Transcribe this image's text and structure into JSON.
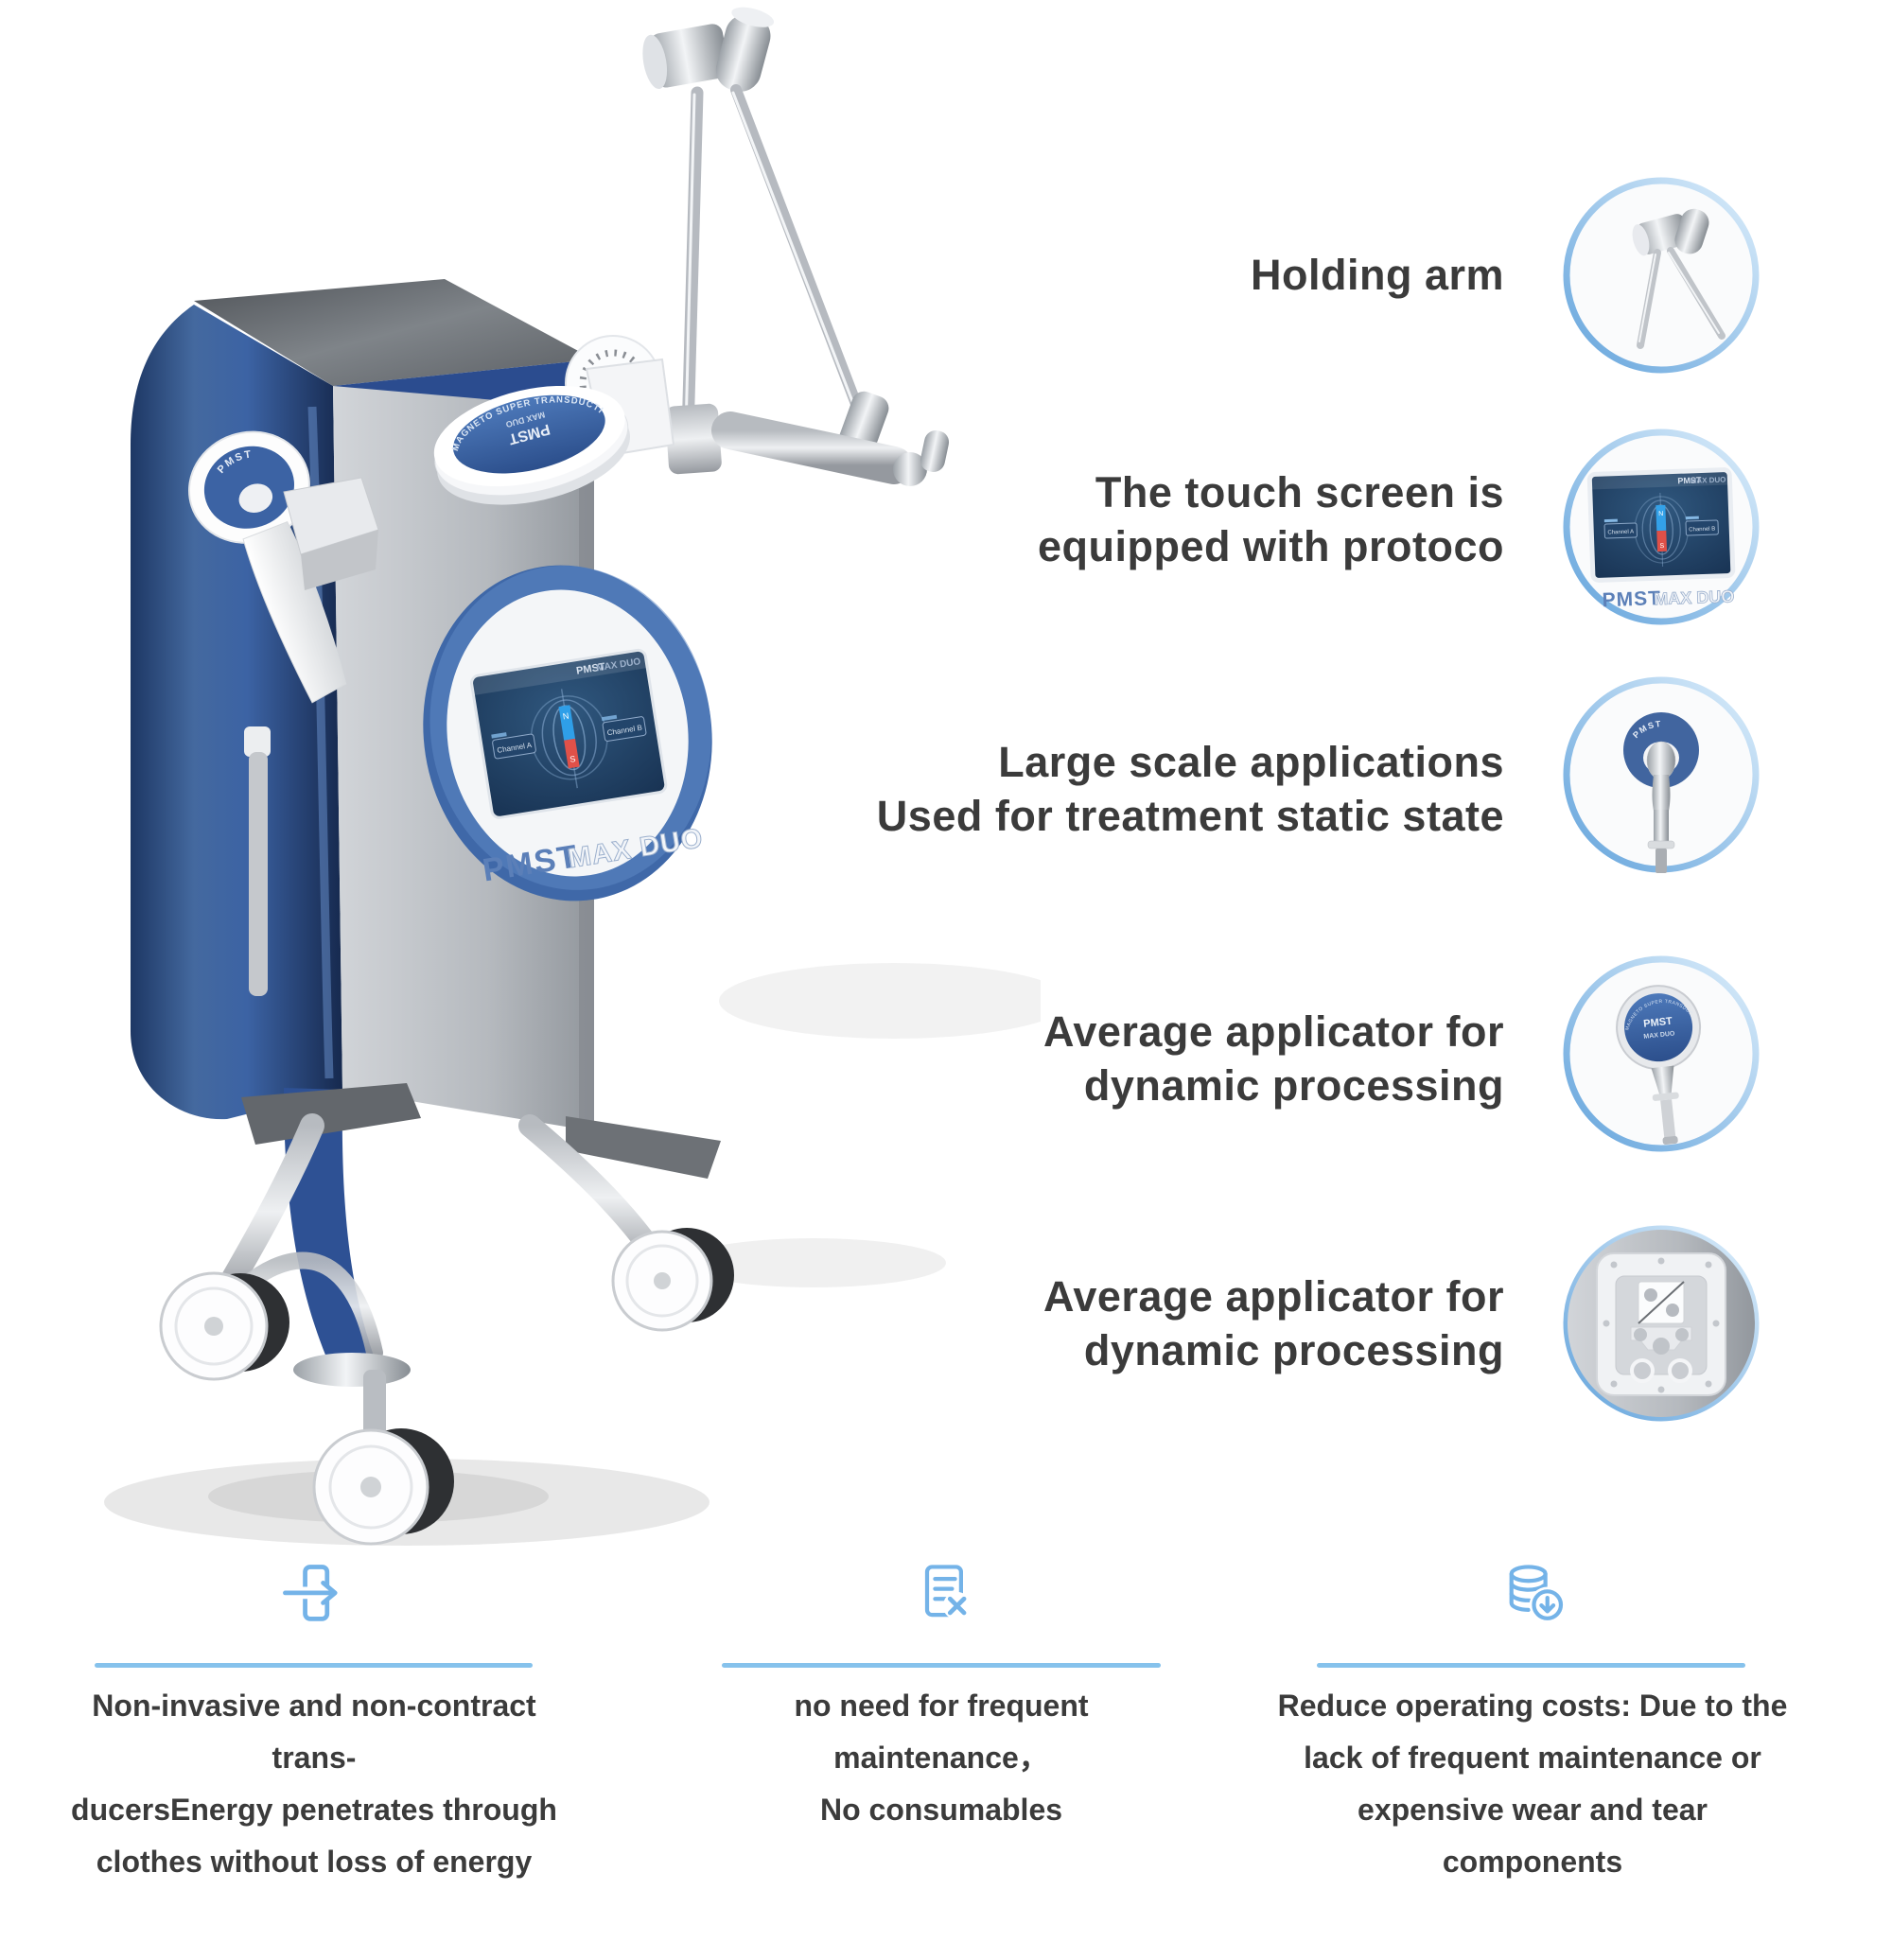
{
  "page": {
    "background": "#ffffff"
  },
  "brand": {
    "name": "PMST",
    "model": "MAX DUO",
    "disc_text": "MAGNETO SUPER TRANSDUCTION PHYSIO",
    "screen": {
      "channel_a": "Channel A",
      "channel_b": "Channel B",
      "north": "N",
      "south": "S"
    }
  },
  "features": [
    {
      "icon": "holding-arm-photo",
      "lines": [
        "Holding arm"
      ]
    },
    {
      "icon": "touch-screen-photo",
      "lines": [
        "The touch screen is",
        "equipped with protoco"
      ]
    },
    {
      "icon": "static-applicator-photo",
      "lines": [
        "Large scale applications",
        "Used for treatment static state"
      ]
    },
    {
      "icon": "dynamic-applicator-photo",
      "lines": [
        "Average applicator for",
        "dynamic processing"
      ]
    },
    {
      "icon": "plate-applicator-photo",
      "lines": [
        "Average applicator for",
        "dynamic processing"
      ]
    }
  ],
  "benefits": [
    {
      "icon": "non-invasive-arrow-icon",
      "lines": [
        "Non-invasive and non-contract trans-",
        "ducersEnergy penetrates through",
        "clothes without loss of energy"
      ]
    },
    {
      "icon": "no-maintenance-document-icon",
      "lines": [
        "no need for frequent maintenance，",
        "No consumables"
      ]
    },
    {
      "icon": "reduce-costs-coins-icon",
      "lines": [
        "Reduce operating costs: Due to the",
        "lack of frequent maintenance or",
        "expensive wear and tear components"
      ]
    }
  ],
  "colors": {
    "accent_blue": "#74b3e8",
    "divider_blue": "#86c2ec",
    "heading_text": "#3b3b3b",
    "body_text": "#3b3b3b",
    "machine_blue": "#3c63a4",
    "screen_navy": "#1e3f66"
  }
}
